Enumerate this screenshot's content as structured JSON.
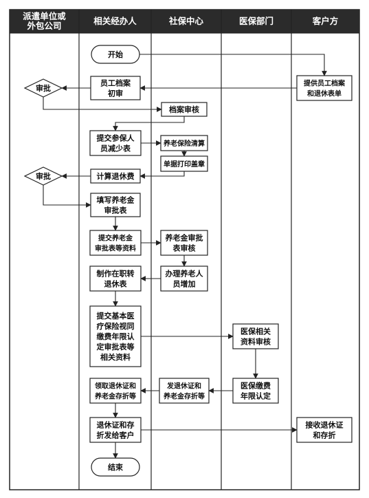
{
  "lanes": [
    {
      "id": "lane0",
      "label": [
        "派遣单位或",
        "外包公司"
      ]
    },
    {
      "id": "lane1",
      "label": [
        "相关经办人"
      ]
    },
    {
      "id": "lane2",
      "label": [
        "社保中心"
      ]
    },
    {
      "id": "lane3",
      "label": [
        "医保部门"
      ]
    },
    {
      "id": "lane4",
      "label": [
        "客户方"
      ]
    }
  ],
  "nodes": [
    {
      "id": "start",
      "shape": "terminal",
      "lines": [
        "开始"
      ]
    },
    {
      "id": "client_docs",
      "shape": "box",
      "lines": [
        "提供员工档案",
        "和退休表单"
      ]
    },
    {
      "id": "initial_review",
      "shape": "box",
      "lines": [
        "员工档案",
        "初审"
      ]
    },
    {
      "id": "approve1",
      "shape": "diamond",
      "lines": [
        "审批"
      ]
    },
    {
      "id": "archive_review",
      "shape": "box",
      "lines": [
        "档案审核"
      ]
    },
    {
      "id": "submit_reduce",
      "shape": "box",
      "lines": [
        "提交参保人",
        "员减少表"
      ]
    },
    {
      "id": "pension_settle",
      "shape": "box",
      "lines": [
        "养老保险清算"
      ]
    },
    {
      "id": "print_stamp",
      "shape": "box",
      "lines": [
        "单据打印盖章"
      ]
    },
    {
      "id": "calc_fee",
      "shape": "box",
      "lines": [
        "计算退休费"
      ]
    },
    {
      "id": "approve2",
      "shape": "diamond",
      "lines": [
        "审批"
      ]
    },
    {
      "id": "fill_form",
      "shape": "box",
      "lines": [
        "填写养老金",
        "审批表"
      ]
    },
    {
      "id": "submit_pension",
      "shape": "box",
      "lines": [
        "提交养老金",
        "审批表等资料"
      ]
    },
    {
      "id": "pension_review",
      "shape": "box",
      "lines": [
        "养老金审批",
        "表审核"
      ]
    },
    {
      "id": "make_form",
      "shape": "box",
      "lines": [
        "制作在职转",
        "退休表"
      ]
    },
    {
      "id": "add_person",
      "shape": "box",
      "lines": [
        "办理养老人",
        "员增加"
      ]
    },
    {
      "id": "submit_medical",
      "shape": "box",
      "lines": [
        "提交基本医",
        "疗保险视同",
        "缴费年限认",
        "定审批表等",
        "相关资料"
      ]
    },
    {
      "id": "medical_review",
      "shape": "box",
      "lines": [
        "医保相关",
        "资料审核"
      ]
    },
    {
      "id": "medical_years",
      "shape": "box",
      "lines": [
        "医保缴费",
        "年限认定"
      ]
    },
    {
      "id": "issue_cert",
      "shape": "box",
      "lines": [
        "发退休证和",
        "养老金存折等"
      ]
    },
    {
      "id": "receive_cert",
      "shape": "box",
      "lines": [
        "领取退休证和",
        "养老金存折等"
      ]
    },
    {
      "id": "deliver",
      "shape": "box",
      "lines": [
        "退休证和存",
        "折发给客户"
      ]
    },
    {
      "id": "client_receive",
      "shape": "box",
      "lines": [
        "接收退休证",
        "和存折"
      ]
    },
    {
      "id": "end",
      "shape": "terminal",
      "lines": [
        "结束"
      ]
    }
  ],
  "edges": [
    {
      "from": "start",
      "to": "client_docs"
    },
    {
      "from": "client_docs",
      "to": "initial_review"
    },
    {
      "from": "initial_review",
      "to": "approve1"
    },
    {
      "from": "approve1",
      "to": "archive_review"
    },
    {
      "from": "archive_review",
      "to": "submit_reduce"
    },
    {
      "from": "submit_reduce",
      "to": "pension_settle"
    },
    {
      "from": "pension_settle",
      "to": "print_stamp"
    },
    {
      "from": "print_stamp",
      "to": "calc_fee"
    },
    {
      "from": "calc_fee",
      "to": "approve2"
    },
    {
      "from": "approve2",
      "to": "fill_form"
    },
    {
      "from": "fill_form",
      "to": "submit_pension"
    },
    {
      "from": "submit_pension",
      "to": "pension_review"
    },
    {
      "from": "pension_review",
      "to": "add_person"
    },
    {
      "from": "add_person",
      "to": "make_form"
    },
    {
      "from": "make_form",
      "to": "submit_medical"
    },
    {
      "from": "submit_medical",
      "to": "medical_review"
    },
    {
      "from": "medical_review",
      "to": "medical_years"
    },
    {
      "from": "medical_years",
      "to": "issue_cert"
    },
    {
      "from": "issue_cert",
      "to": "receive_cert"
    },
    {
      "from": "receive_cert",
      "to": "deliver"
    },
    {
      "from": "deliver",
      "to": "client_receive"
    },
    {
      "from": "deliver",
      "to": "end"
    }
  ],
  "colors": {
    "header_bg": "#2b2b2b",
    "header_text": "#ffffff",
    "line": "#222222",
    "node_fill": "#ffffff"
  }
}
